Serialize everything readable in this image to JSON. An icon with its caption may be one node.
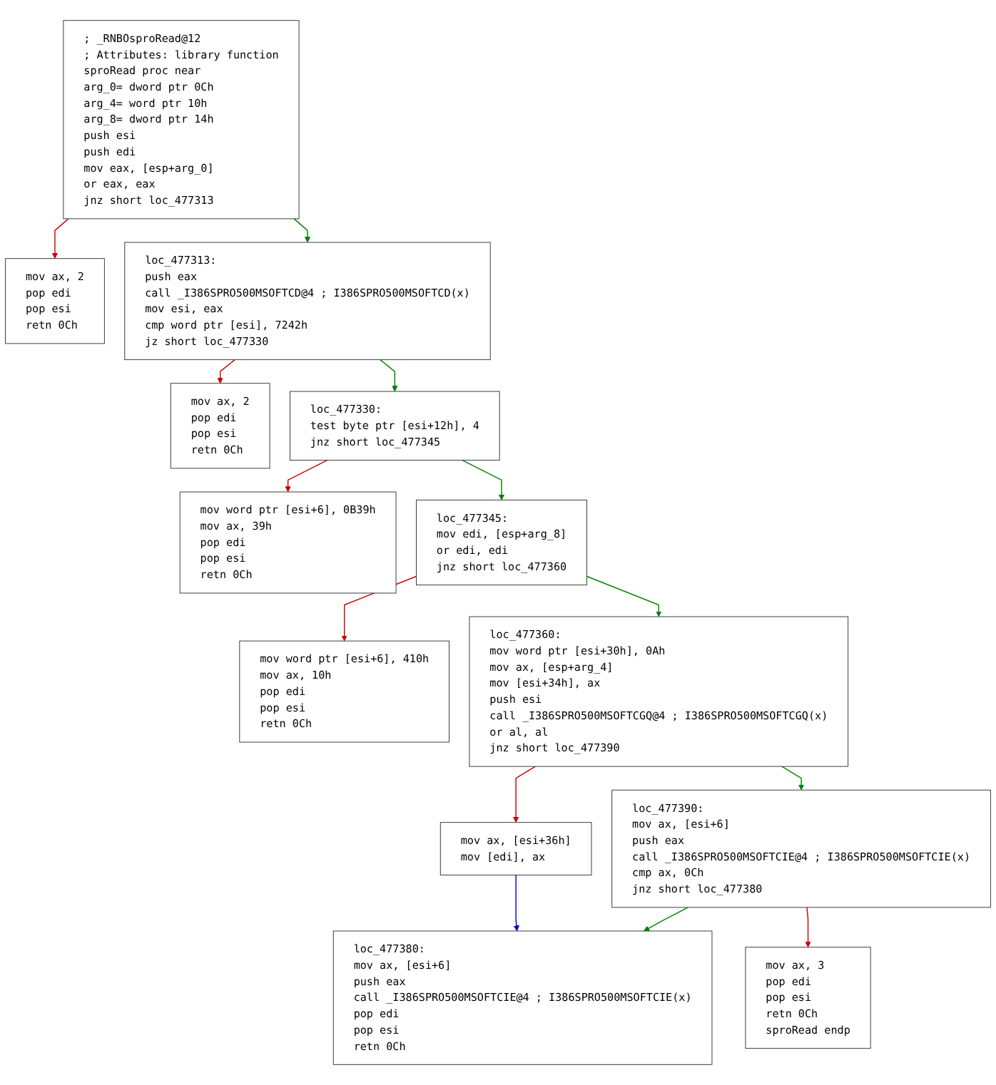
{
  "diagram": {
    "nodes": [
      {
        "text": [
          "; _RNBOsproRead@12",
          "; Attributes: library function",
          "sproRead proc near",
          "arg_0= dword ptr 0Ch",
          "arg_4= word ptr 10h",
          "arg_8= dword ptr 14h",
          "push esi",
          "push edi",
          "mov eax, [esp+arg_0]",
          "or eax, eax",
          "jnz short loc_477313"
        ]
      },
      {
        "text": [
          "mov ax, 2",
          "pop edi",
          "pop esi",
          "retn 0Ch"
        ]
      },
      {
        "text": [
          "loc_477313:",
          "push eax",
          "call _I386SPRO500MSOFTCD@4 ; I386SPRO500MSOFTCD(x)",
          "mov esi, eax",
          "cmp word ptr [esi], 7242h",
          "jz short loc_477330"
        ]
      },
      {
        "text": [
          "mov ax, 2",
          "pop edi",
          "pop esi",
          "retn 0Ch"
        ]
      },
      {
        "text": [
          "loc_477330:",
          "test byte ptr [esi+12h], 4",
          "jnz short loc_477345"
        ]
      },
      {
        "text": [
          "mov word ptr [esi+6], 0B39h",
          "mov ax, 39h",
          "pop edi",
          "pop esi",
          "retn 0Ch"
        ]
      },
      {
        "text": [
          "loc_477345:",
          "mov edi, [esp+arg_8]",
          "or edi, edi",
          "jnz short loc_477360"
        ]
      },
      {
        "text": [
          "mov word ptr [esi+6], 410h",
          "mov ax, 10h",
          "pop edi",
          "pop esi",
          "retn 0Ch"
        ]
      },
      {
        "text": [
          "loc_477360:",
          "mov word ptr [esi+30h], 0Ah",
          "mov ax, [esp+arg_4]",
          "mov [esi+34h], ax",
          "push esi",
          "call _I386SPRO500MSOFTCGQ@4 ; I386SPRO500MSOFTCGQ(x)",
          "or al, al",
          "jnz short loc_477390"
        ]
      },
      {
        "text": [
          "mov ax, [esi+36h]",
          "mov [edi], ax"
        ]
      },
      {
        "text": [
          "loc_477390:",
          "mov ax, [esi+6]",
          "push eax",
          "call _I386SPRO500MSOFTCIE@4 ; I386SPRO500MSOFTCIE(x)",
          "cmp ax, 0Ch",
          "jnz short loc_477380"
        ]
      },
      {
        "text": [
          "loc_477380:",
          "mov ax, [esi+6]",
          "push eax",
          "call _I386SPRO500MSOFTCIE@4 ; I386SPRO500MSOFTCIE(x)",
          "pop edi",
          "pop esi",
          "retn 0Ch"
        ]
      },
      {
        "text": [
          "mov ax, 3",
          "pop edi",
          "pop esi",
          "retn 0Ch",
          "sproRead endp"
        ]
      }
    ],
    "edges": [
      {
        "from": 0,
        "to": 1,
        "arrow": "to",
        "color": "#cc0000"
      },
      {
        "from": 0,
        "to": 2,
        "arrow": "to",
        "color": "#008000"
      },
      {
        "from": 2,
        "to": 3,
        "arrow": "to",
        "color": "#cc0000"
      },
      {
        "from": 2,
        "to": 4,
        "arrow": "to",
        "color": "#008000"
      },
      {
        "from": 4,
        "to": 5,
        "arrow": "to",
        "color": "#cc0000"
      },
      {
        "from": 4,
        "to": 6,
        "arrow": "to",
        "color": "#008000"
      },
      {
        "from": 6,
        "to": 7,
        "arrow": "to",
        "color": "#cc0000"
      },
      {
        "from": 6,
        "to": 8,
        "arrow": "to",
        "color": "#008000"
      },
      {
        "from": 8,
        "to": 9,
        "arrow": "to",
        "color": "#cc0000"
      },
      {
        "from": 8,
        "to": 10,
        "arrow": "to",
        "color": "#008000"
      },
      {
        "from": 9,
        "to": 11,
        "arrow": "to",
        "color": "#0000cc"
      },
      {
        "from": 10,
        "to": 11,
        "arrow": "to",
        "color": "#008000"
      },
      {
        "from": 10,
        "to": 12,
        "arrow": "to",
        "color": "#cc0000"
      }
    ]
  }
}
